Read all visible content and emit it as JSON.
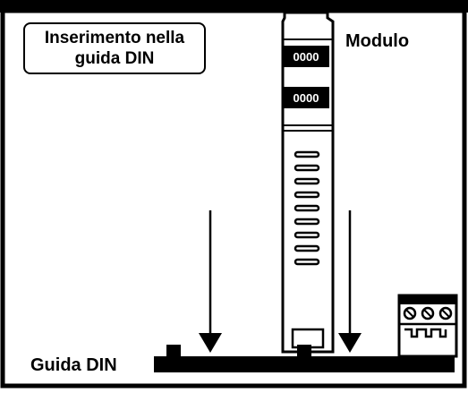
{
  "title": {
    "line1": "Inserimento nella",
    "line2": "guida DIN"
  },
  "labels": {
    "module": "Modulo",
    "rail": "Guida DIN"
  },
  "connector_text": "0000",
  "colors": {
    "ink": "#000000",
    "background": "#ffffff"
  }
}
